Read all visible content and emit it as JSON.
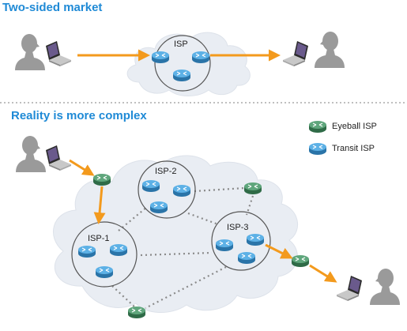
{
  "titles": {
    "top": "Two-sided market",
    "bottom": "Reality is more complex"
  },
  "top_diagram": {
    "isp_label": "ISP"
  },
  "bottom_diagram": {
    "isp_labels": [
      "ISP-1",
      "ISP-2",
      "ISP-3"
    ]
  },
  "legend": {
    "eyeball": "Eyeball ISP",
    "transit": "Transit ISP"
  },
  "colors": {
    "title": "#1f8ad6",
    "arrow": "#f39a1d",
    "eyeball_router": "#3f8a5e",
    "transit_router": "#3d9ad6",
    "cloud": "#e9edf3",
    "person": "#9a9a9a",
    "dotted_link": "#8a8a8a",
    "divider": "#aaaaaa"
  }
}
